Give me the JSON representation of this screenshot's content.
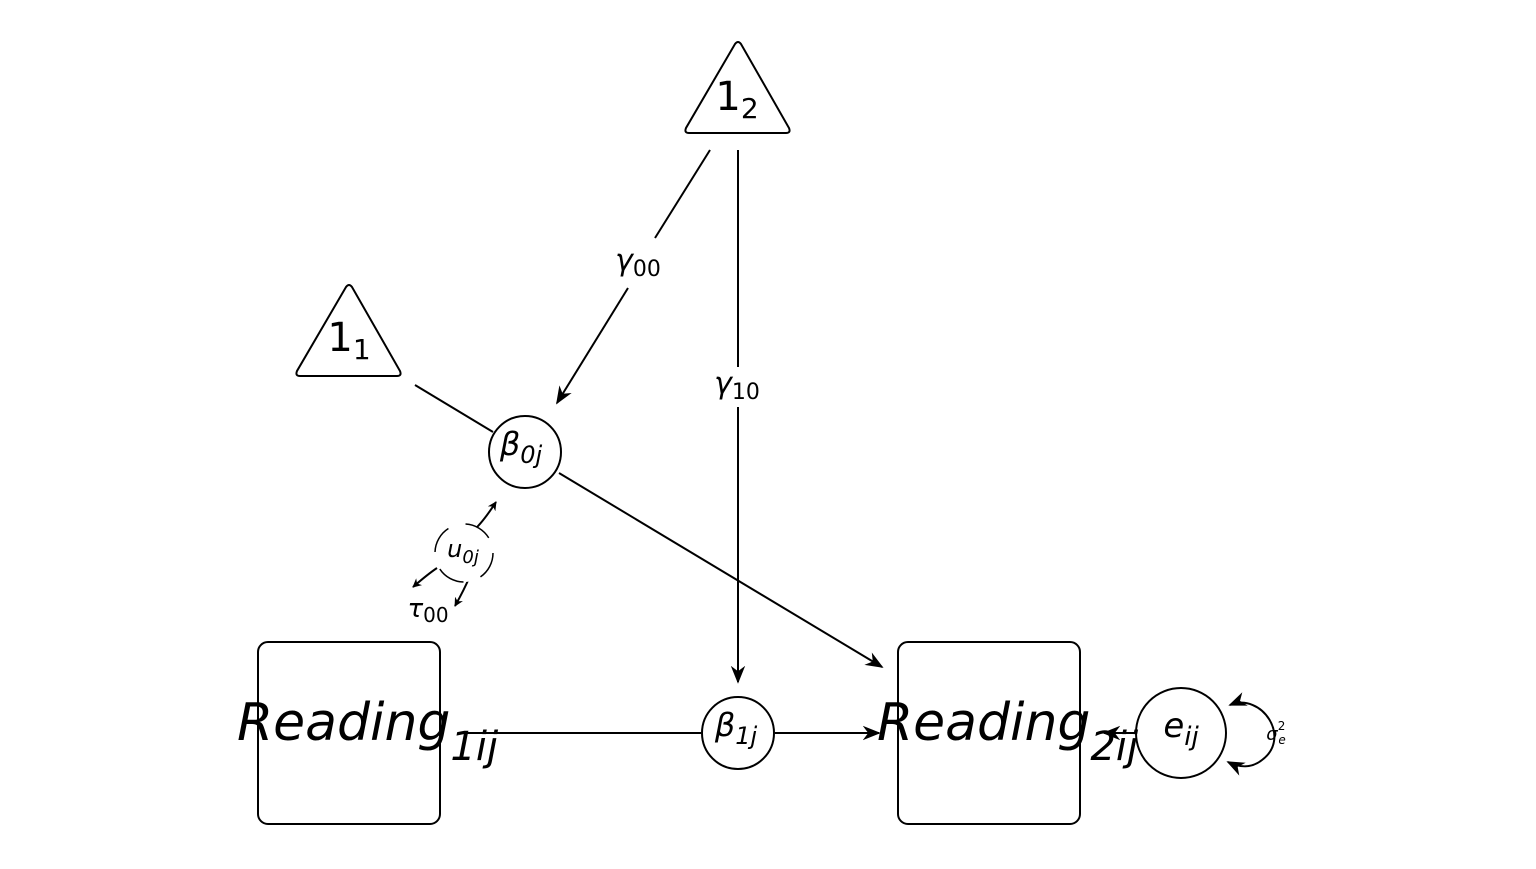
{
  "nodes": {
    "const1": {
      "base": "1",
      "sub": "1"
    },
    "const2": {
      "base": "1",
      "sub": "2"
    },
    "beta0": {
      "base": "β",
      "sub": "0j"
    },
    "beta1": {
      "base": "β",
      "sub": "1j"
    },
    "u0": {
      "base": "u",
      "sub": "0j"
    },
    "e": {
      "base": "e",
      "sub": "ij"
    },
    "reading1": {
      "base": "Reading",
      "sub": "1ij"
    },
    "reading2": {
      "base": "Reading",
      "sub": "2ij"
    }
  },
  "edge_labels": {
    "gamma00": {
      "base": "γ",
      "sub": "00"
    },
    "gamma10": {
      "base": "γ",
      "sub": "10"
    },
    "tau00": {
      "base": "τ",
      "sub": "00"
    },
    "sigma_e": {
      "base": "σ",
      "sub": "e",
      "sup": "2"
    }
  }
}
